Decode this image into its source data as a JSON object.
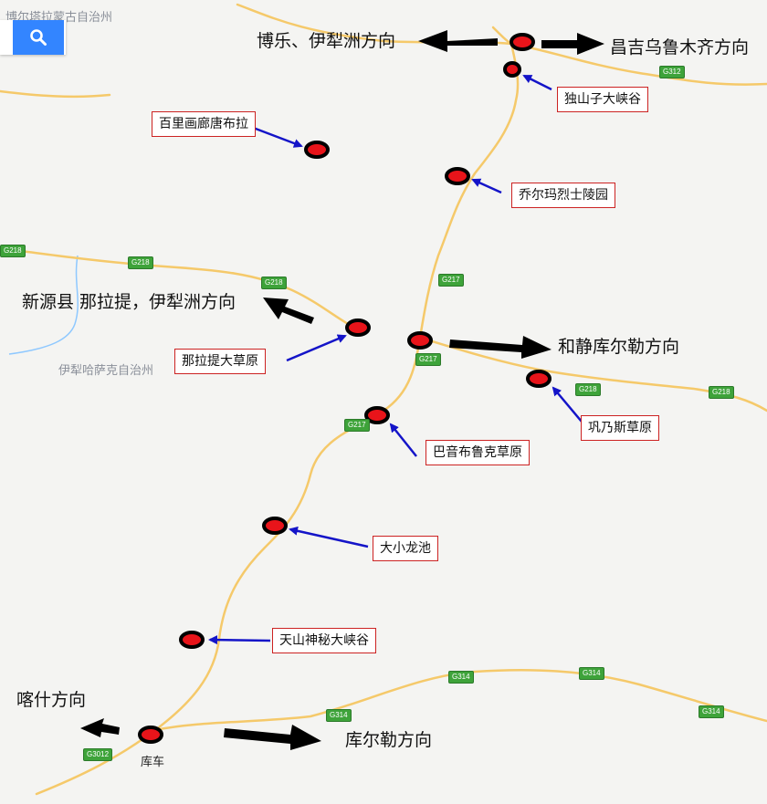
{
  "regions": {
    "bortala": "博尔塔拉蒙古自治州",
    "ili": "伊犁哈萨克自治州"
  },
  "search": {
    "icon": "search-icon"
  },
  "directions": {
    "bole_yili": "博乐、伊犁洲方向",
    "changji_urumqi": "昌吉乌鲁木齐方向",
    "xinyuan_nalati": "新源县 那拉提，伊犁洲方向",
    "hejing_korla": "和静库尔勒方向",
    "kashgar": "喀什方向",
    "korla": "库尔勒方向"
  },
  "pois": {
    "dushanzi": "独山子大峡谷",
    "baili": "百里画廊唐布拉",
    "qiaoerma": "乔尔玛烈士陵园",
    "nalati": "那拉提大草原",
    "gongnaisi": "巩乃斯草原",
    "bayinbuluke": "巴音布鲁克草原",
    "daxiaolongchi": "大小龙池",
    "tianshan": "天山神秘大峡谷"
  },
  "cities": {
    "kuche": "库车"
  },
  "roads": {
    "g312": "G312",
    "g218": "G218",
    "g217": "G217",
    "g314": "G314",
    "g3012": "G3012"
  },
  "colors": {
    "marker_fill": "#e8141a",
    "marker_stroke": "#000000",
    "pointer_arrow": "#1414c8",
    "direction_arrow": "#000000",
    "road": "#f5c96a",
    "water": "#8ec8ff"
  }
}
